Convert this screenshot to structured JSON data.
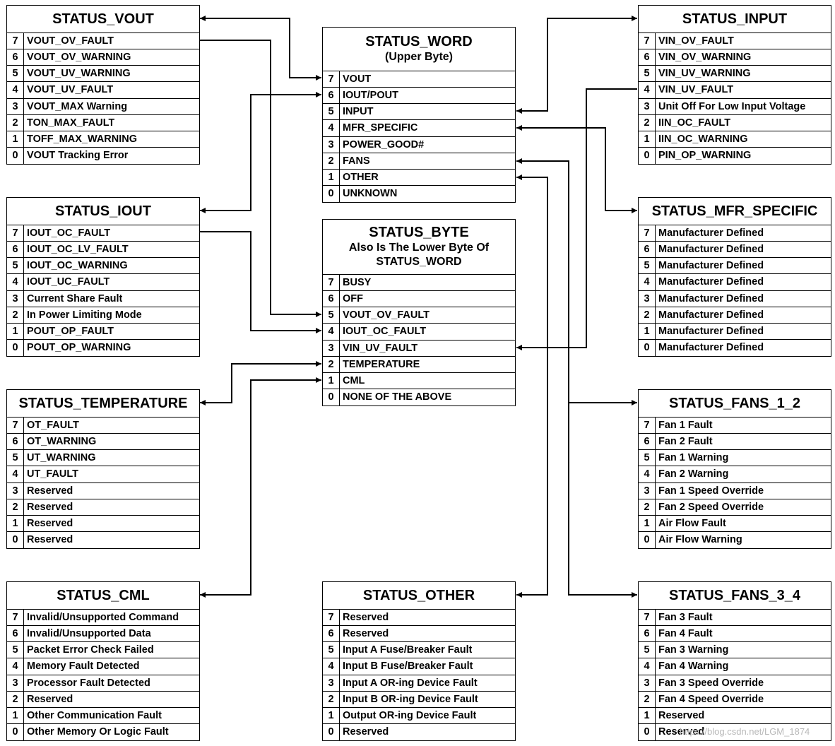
{
  "registers": [
    {
      "id": "status_vout",
      "title": "STATUS_VOUT",
      "subtitle": [],
      "bits": [
        {
          "bit": "7",
          "name": "VOUT_OV_FAULT"
        },
        {
          "bit": "6",
          "name": "VOUT_OV_WARNING"
        },
        {
          "bit": "5",
          "name": "VOUT_UV_WARNING"
        },
        {
          "bit": "4",
          "name": "VOUT_UV_FAULT"
        },
        {
          "bit": "3",
          "name": "VOUT_MAX Warning"
        },
        {
          "bit": "2",
          "name": "TON_MAX_FAULT"
        },
        {
          "bit": "1",
          "name": "TOFF_MAX_WARNING"
        },
        {
          "bit": "0",
          "name": "VOUT Tracking Error"
        }
      ]
    },
    {
      "id": "status_iout",
      "title": "STATUS_IOUT",
      "subtitle": [],
      "bits": [
        {
          "bit": "7",
          "name": "IOUT_OC_FAULT"
        },
        {
          "bit": "6",
          "name": "IOUT_OC_LV_FAULT"
        },
        {
          "bit": "5",
          "name": "IOUT_OC_WARNING"
        },
        {
          "bit": "4",
          "name": "IOUT_UC_FAULT"
        },
        {
          "bit": "3",
          "name": "Current Share Fault"
        },
        {
          "bit": "2",
          "name": "In Power Limiting Mode"
        },
        {
          "bit": "1",
          "name": "POUT_OP_FAULT"
        },
        {
          "bit": "0",
          "name": "POUT_OP_WARNING"
        }
      ]
    },
    {
      "id": "status_temperature",
      "title": "STATUS_TEMPERATURE",
      "subtitle": [],
      "bits": [
        {
          "bit": "7",
          "name": "OT_FAULT"
        },
        {
          "bit": "6",
          "name": "OT_WARNING"
        },
        {
          "bit": "5",
          "name": "UT_WARNING"
        },
        {
          "bit": "4",
          "name": "UT_FAULT"
        },
        {
          "bit": "3",
          "name": "Reserved"
        },
        {
          "bit": "2",
          "name": "Reserved"
        },
        {
          "bit": "1",
          "name": "Reserved"
        },
        {
          "bit": "0",
          "name": "Reserved"
        }
      ]
    },
    {
      "id": "status_cml",
      "title": "STATUS_CML",
      "subtitle": [],
      "bits": [
        {
          "bit": "7",
          "name": "Invalid/Unsupported Command"
        },
        {
          "bit": "6",
          "name": "Invalid/Unsupported Data"
        },
        {
          "bit": "5",
          "name": "Packet Error Check Failed"
        },
        {
          "bit": "4",
          "name": "Memory Fault Detected"
        },
        {
          "bit": "3",
          "name": "Processor Fault Detected"
        },
        {
          "bit": "2",
          "name": "Reserved"
        },
        {
          "bit": "1",
          "name": "Other Communication Fault"
        },
        {
          "bit": "0",
          "name": "Other Memory Or Logic Fault"
        }
      ]
    },
    {
      "id": "status_word",
      "title": "STATUS_WORD",
      "subtitle": [
        "(Upper Byte)"
      ],
      "bits": [
        {
          "bit": "7",
          "name": "VOUT"
        },
        {
          "bit": "6",
          "name": "IOUT/POUT"
        },
        {
          "bit": "5",
          "name": "INPUT"
        },
        {
          "bit": "4",
          "name": "MFR_SPECIFIC"
        },
        {
          "bit": "3",
          "name": "POWER_GOOD#"
        },
        {
          "bit": "2",
          "name": "FANS"
        },
        {
          "bit": "1",
          "name": "OTHER"
        },
        {
          "bit": "0",
          "name": "UNKNOWN"
        }
      ]
    },
    {
      "id": "status_byte",
      "title": "STATUS_BYTE",
      "subtitle": [
        "Also Is The Lower Byte Of",
        "STATUS_WORD"
      ],
      "bits": [
        {
          "bit": "7",
          "name": "BUSY"
        },
        {
          "bit": "6",
          "name": "OFF"
        },
        {
          "bit": "5",
          "name": "VOUT_OV_FAULT"
        },
        {
          "bit": "4",
          "name": "IOUT_OC_FAULT"
        },
        {
          "bit": "3",
          "name": "VIN_UV_FAULT"
        },
        {
          "bit": "2",
          "name": "TEMPERATURE"
        },
        {
          "bit": "1",
          "name": "CML"
        },
        {
          "bit": "0",
          "name": "NONE OF THE ABOVE"
        }
      ]
    },
    {
      "id": "status_other",
      "title": "STATUS_OTHER",
      "subtitle": [],
      "bits": [
        {
          "bit": "7",
          "name": "Reserved"
        },
        {
          "bit": "6",
          "name": "Reserved"
        },
        {
          "bit": "5",
          "name": "Input A Fuse/Breaker Fault"
        },
        {
          "bit": "4",
          "name": "Input B Fuse/Breaker Fault"
        },
        {
          "bit": "3",
          "name": "Input A OR-ing Device Fault"
        },
        {
          "bit": "2",
          "name": "Input B OR-ing Device Fault"
        },
        {
          "bit": "1",
          "name": "Output OR-ing Device Fault"
        },
        {
          "bit": "0",
          "name": "Reserved"
        }
      ]
    },
    {
      "id": "status_input",
      "title": "STATUS_INPUT",
      "subtitle": [],
      "bits": [
        {
          "bit": "7",
          "name": "VIN_OV_FAULT"
        },
        {
          "bit": "6",
          "name": "VIN_OV_WARNING"
        },
        {
          "bit": "5",
          "name": "VIN_UV_WARNING"
        },
        {
          "bit": "4",
          "name": "VIN_UV_FAULT"
        },
        {
          "bit": "3",
          "name": "Unit Off For Low Input Voltage"
        },
        {
          "bit": "2",
          "name": "IIN_OC_FAULT"
        },
        {
          "bit": "1",
          "name": "IIN_OC_WARNING"
        },
        {
          "bit": "0",
          "name": "PIN_OP_WARNING"
        }
      ]
    },
    {
      "id": "status_mfr_specific",
      "title": "STATUS_MFR_SPECIFIC",
      "subtitle": [],
      "bits": [
        {
          "bit": "7",
          "name": "Manufacturer Defined"
        },
        {
          "bit": "6",
          "name": "Manufacturer Defined"
        },
        {
          "bit": "5",
          "name": "Manufacturer Defined"
        },
        {
          "bit": "4",
          "name": "Manufacturer Defined"
        },
        {
          "bit": "3",
          "name": "Manufacturer Defined"
        },
        {
          "bit": "2",
          "name": "Manufacturer Defined"
        },
        {
          "bit": "1",
          "name": "Manufacturer Defined"
        },
        {
          "bit": "0",
          "name": "Manufacturer Defined"
        }
      ]
    },
    {
      "id": "status_fans_1_2",
      "title": "STATUS_FANS_1_2",
      "subtitle": [],
      "bits": [
        {
          "bit": "7",
          "name": "Fan 1 Fault"
        },
        {
          "bit": "6",
          "name": "Fan 2 Fault"
        },
        {
          "bit": "5",
          "name": "Fan 1 Warning"
        },
        {
          "bit": "4",
          "name": "Fan 2 Warning"
        },
        {
          "bit": "3",
          "name": "Fan 1 Speed Override"
        },
        {
          "bit": "2",
          "name": "Fan 2 Speed Override"
        },
        {
          "bit": "1",
          "name": "Air Flow Fault"
        },
        {
          "bit": "0",
          "name": "Air Flow Warning"
        }
      ]
    },
    {
      "id": "status_fans_3_4",
      "title": "STATUS_FANS_3_4",
      "subtitle": [],
      "bits": [
        {
          "bit": "7",
          "name": "Fan 3 Fault"
        },
        {
          "bit": "6",
          "name": "Fan 4 Fault"
        },
        {
          "bit": "5",
          "name": "Fan 3 Warning"
        },
        {
          "bit": "4",
          "name": "Fan 4 Warning"
        },
        {
          "bit": "3",
          "name": "Fan 3 Speed Override"
        },
        {
          "bit": "2",
          "name": "Fan 4 Speed Override"
        },
        {
          "bit": "1",
          "name": "Reserved"
        },
        {
          "bit": "0",
          "name": "Reserved"
        }
      ]
    }
  ],
  "watermark": "https://blog.csdn.net/LGM_1874"
}
